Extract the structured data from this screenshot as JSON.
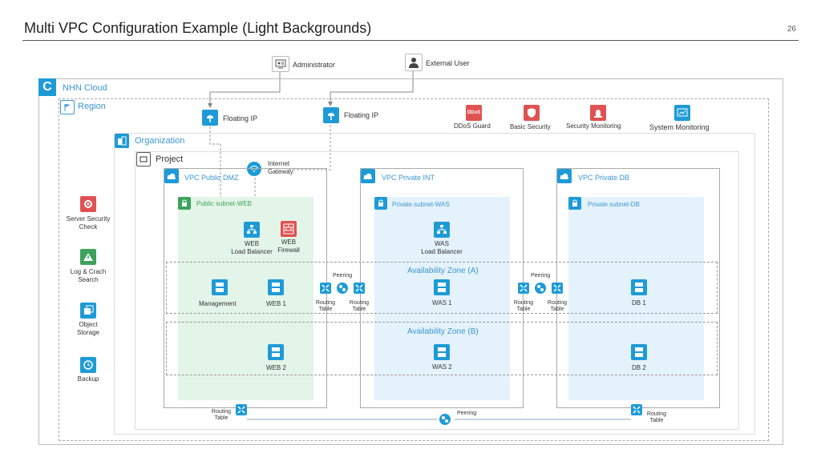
{
  "page": {
    "title": "Multi VPC Configuration Example (Light Backgrounds)",
    "number": "26"
  },
  "actors": {
    "administrator": "Administrator",
    "external_user": "External User"
  },
  "cloud": {
    "nhn_cloud": "NHN Cloud",
    "region": "Region",
    "organization": "Organization",
    "project": "Project"
  },
  "floating_ip": {
    "left": "Floating IP",
    "right": "Floating IP"
  },
  "internet_gateway": {
    "line1": "Internet",
    "line2": "Gateway"
  },
  "services": {
    "ddos": "DDoS Guard",
    "ddos_badge": "DDoS",
    "basic_security": "Basic Security",
    "security_monitoring": "Security Monitoring",
    "system_monitoring": "System Monitoring"
  },
  "sidebar": {
    "server_security": [
      "Server Security",
      "Check"
    ],
    "log_crash": [
      "Log & Crach",
      "Search"
    ],
    "object_storage": [
      "Object",
      "Storage"
    ],
    "backup": [
      "Backup"
    ]
  },
  "vpcs": {
    "dmz": "VPC Public DMZ",
    "int": "VPC Private INT",
    "db": "VPC Private DB"
  },
  "subnets": {
    "web": "Public subnet-WEB",
    "was": "Private subnet-WAS",
    "db": "Private subnet-DB"
  },
  "zones": {
    "a": "Availability Zone (A)",
    "b": "Availability Zone (B)"
  },
  "nodes": {
    "web_lb": [
      "WEB",
      "Load Balancer"
    ],
    "web_fw": [
      "WEB",
      "Firewall"
    ],
    "was_lb": [
      "WAS",
      "Load Balancer"
    ],
    "management": "Management",
    "web1": "WEB 1",
    "web2": "WEB 2",
    "was1": "WAS 1",
    "was2": "WAS 2",
    "db1": "DB 1",
    "db2": "DB 2"
  },
  "peering": {
    "label": "Peering",
    "routing_table": [
      "Routing",
      "Table"
    ]
  },
  "colors": {
    "accent": "#1e9bd7",
    "subnet_public": "#e3f5e8",
    "subnet_private": "#e4f2fb",
    "link_green": "#3cbf8a",
    "security_red": "#e05252"
  }
}
